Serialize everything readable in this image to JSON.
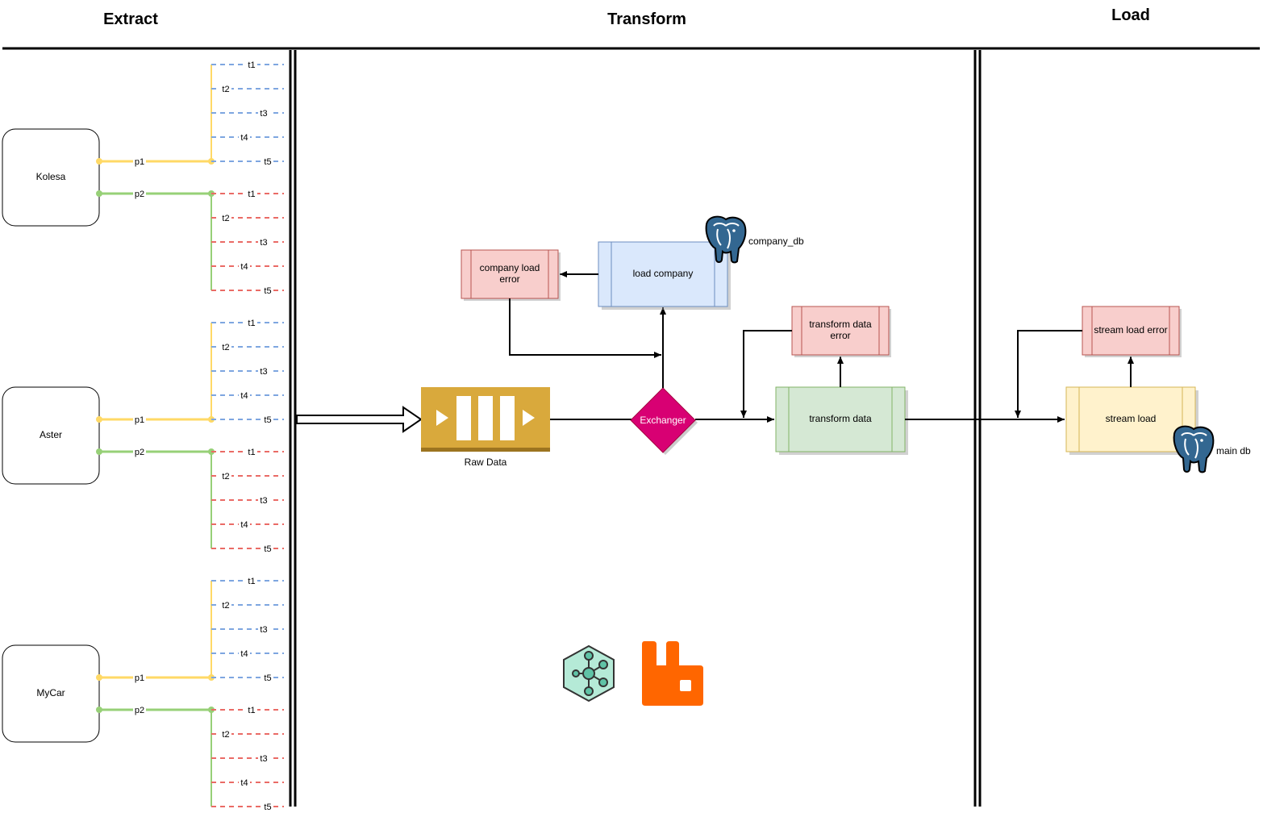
{
  "headers": {
    "extract": "Extract",
    "transform": "Transform",
    "load": "Load"
  },
  "sources": [
    {
      "name": "Kolesa",
      "partitions": [
        "p1",
        "p2"
      ],
      "topics": [
        "t1",
        "t2",
        "t3",
        "t4",
        "t5"
      ]
    },
    {
      "name": "Aster",
      "partitions": [
        "p1",
        "p2"
      ],
      "topics": [
        "t1",
        "t2",
        "t3",
        "t4",
        "t5"
      ]
    },
    {
      "name": "MyCar",
      "partitions": [
        "p1",
        "p2"
      ],
      "topics": [
        "t1",
        "t2",
        "t3",
        "t4",
        "t5"
      ]
    }
  ],
  "nodes": {
    "raw_data": "Raw Data",
    "exchanger": "Exchanger",
    "load_company": "load company",
    "company_load_error": [
      "company load",
      "error"
    ],
    "company_db": "company_db",
    "transform_data": "transform data",
    "transform_data_error": [
      "transform data",
      "error"
    ],
    "stream_load": "stream load",
    "stream_load_error": "stream load error",
    "main_db": "main db"
  },
  "icons": {
    "database": "postgresql-elephant-icon",
    "queue": "message-queue-icon",
    "kafka": "kafka-hexagon-icon",
    "rabbitmq": "rabbitmq-icon"
  },
  "colors": {
    "p1_line": "#FFD966",
    "p2_line": "#97D077",
    "blue_dash": "#7EA6E0",
    "red_dash": "#EA6B66",
    "queue_fill": "#D9A93C",
    "exchanger_fill": "#D80073",
    "blue_fill": "#DAE8FC",
    "red_fill": "#F8CECC",
    "green_fill": "#D5E8D4",
    "yellow_fill": "#FFF2CC",
    "rabbitmq": "#FF6600",
    "kafka_fill": "#B5EAD7"
  }
}
